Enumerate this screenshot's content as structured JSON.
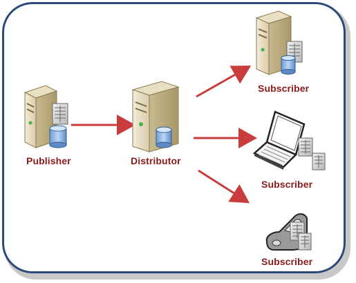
{
  "nodes": {
    "publisher": {
      "label": "Publisher"
    },
    "distributor": {
      "label": "Distributor"
    },
    "subscriber_server": {
      "label": "Subscriber"
    },
    "subscriber_laptop": {
      "label": "Subscriber"
    },
    "subscriber_mobile": {
      "label": "Subscriber"
    }
  },
  "colors": {
    "frame_border": "#2b4a7a",
    "arrow": "#c83c3c",
    "label_text": "#8b1a1a"
  }
}
